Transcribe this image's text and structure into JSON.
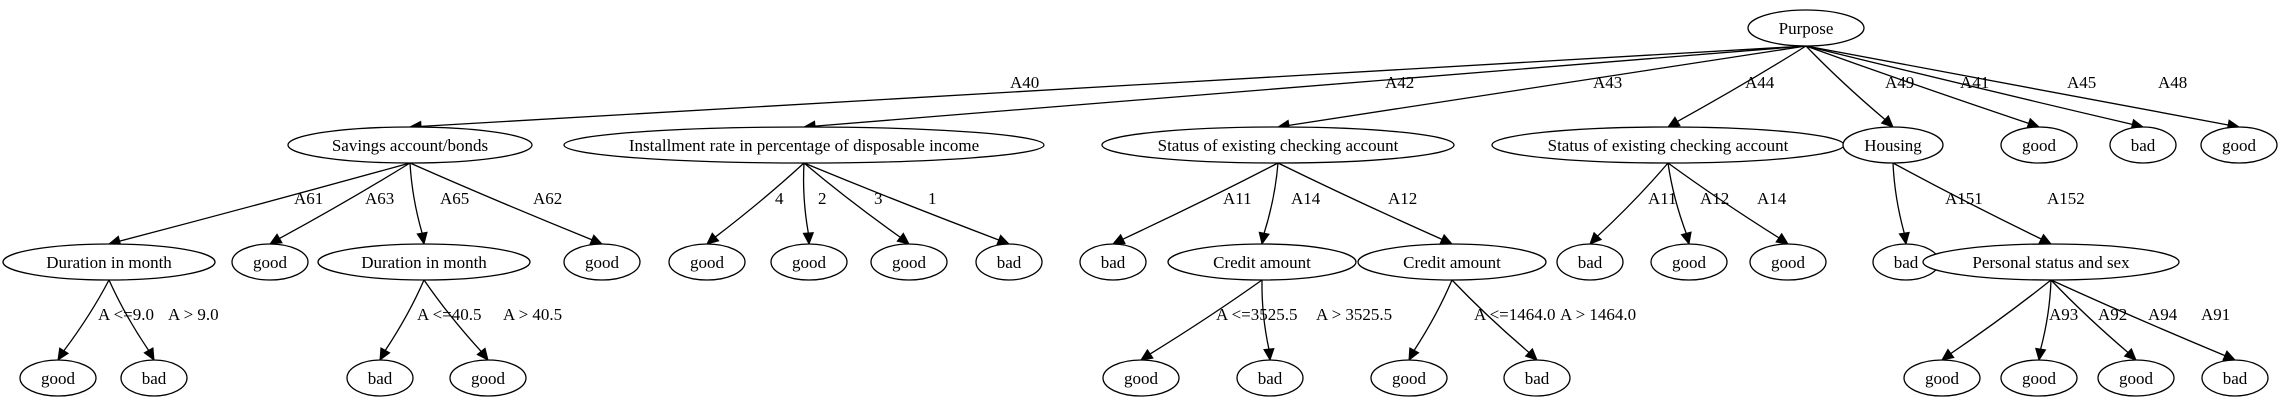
{
  "nodes": [
    {
      "id": "n0",
      "label": "Purpose"
    },
    {
      "id": "n1",
      "label": "Savings account/bonds"
    },
    {
      "id": "n2",
      "label": "Installment rate in percentage of disposable income"
    },
    {
      "id": "n3",
      "label": "Status of existing checking account"
    },
    {
      "id": "n4",
      "label": "Status of existing checking account"
    },
    {
      "id": "n5",
      "label": "Housing"
    },
    {
      "id": "n6",
      "label": "good"
    },
    {
      "id": "n7",
      "label": "bad"
    },
    {
      "id": "n8",
      "label": "good"
    },
    {
      "id": "n9",
      "label": "Duration in month"
    },
    {
      "id": "n10",
      "label": "good"
    },
    {
      "id": "n11",
      "label": "Duration in month"
    },
    {
      "id": "n12",
      "label": "good"
    },
    {
      "id": "n13",
      "label": "good"
    },
    {
      "id": "n14",
      "label": "good"
    },
    {
      "id": "n15",
      "label": "good"
    },
    {
      "id": "n16",
      "label": "bad"
    },
    {
      "id": "n17",
      "label": "bad"
    },
    {
      "id": "n18",
      "label": "Credit amount"
    },
    {
      "id": "n19",
      "label": "Credit amount"
    },
    {
      "id": "n20",
      "label": "bad"
    },
    {
      "id": "n21",
      "label": "good"
    },
    {
      "id": "n22",
      "label": "good"
    },
    {
      "id": "n23",
      "label": "bad"
    },
    {
      "id": "n24",
      "label": "Personal status and sex"
    },
    {
      "id": "n25",
      "label": "good"
    },
    {
      "id": "n26",
      "label": "bad"
    },
    {
      "id": "n27",
      "label": "bad"
    },
    {
      "id": "n28",
      "label": "good"
    },
    {
      "id": "n29",
      "label": "good"
    },
    {
      "id": "n30",
      "label": "bad"
    },
    {
      "id": "n31",
      "label": "good"
    },
    {
      "id": "n32",
      "label": "bad"
    },
    {
      "id": "n33",
      "label": "good"
    },
    {
      "id": "n34",
      "label": "good"
    },
    {
      "id": "n35",
      "label": "good"
    },
    {
      "id": "n36",
      "label": "bad"
    }
  ],
  "edges": [
    {
      "from": "n0",
      "to": "n1",
      "label": "A40"
    },
    {
      "from": "n0",
      "to": "n2",
      "label": "A42"
    },
    {
      "from": "n0",
      "to": "n3",
      "label": "A43"
    },
    {
      "from": "n0",
      "to": "n4",
      "label": "A44"
    },
    {
      "from": "n0",
      "to": "n5",
      "label": "A49"
    },
    {
      "from": "n0",
      "to": "n6",
      "label": "A41"
    },
    {
      "from": "n0",
      "to": "n7",
      "label": "A45"
    },
    {
      "from": "n0",
      "to": "n8",
      "label": "A48"
    },
    {
      "from": "n1",
      "to": "n9",
      "label": "A61"
    },
    {
      "from": "n1",
      "to": "n10",
      "label": "A63"
    },
    {
      "from": "n1",
      "to": "n11",
      "label": "A65"
    },
    {
      "from": "n1",
      "to": "n12",
      "label": "A62"
    },
    {
      "from": "n2",
      "to": "n13",
      "label": "4"
    },
    {
      "from": "n2",
      "to": "n14",
      "label": "2"
    },
    {
      "from": "n2",
      "to": "n15",
      "label": "3"
    },
    {
      "from": "n2",
      "to": "n16",
      "label": "1"
    },
    {
      "from": "n3",
      "to": "n17",
      "label": "A11"
    },
    {
      "from": "n3",
      "to": "n18",
      "label": "A14"
    },
    {
      "from": "n3",
      "to": "n19",
      "label": "A12"
    },
    {
      "from": "n4",
      "to": "n20",
      "label": "A11"
    },
    {
      "from": "n4",
      "to": "n21",
      "label": "A12"
    },
    {
      "from": "n4",
      "to": "n22",
      "label": "A14"
    },
    {
      "from": "n5",
      "to": "n23",
      "label": "A151"
    },
    {
      "from": "n5",
      "to": "n24",
      "label": "A152"
    },
    {
      "from": "n9",
      "to": "n25",
      "label": "A <=9.0"
    },
    {
      "from": "n9",
      "to": "n26",
      "label": "A > 9.0"
    },
    {
      "from": "n11",
      "to": "n27",
      "label": "A <=40.5"
    },
    {
      "from": "n11",
      "to": "n28",
      "label": "A > 40.5"
    },
    {
      "from": "n18",
      "to": "n29",
      "label": "A <=3525.5"
    },
    {
      "from": "n18",
      "to": "n30",
      "label": "A > 3525.5"
    },
    {
      "from": "n19",
      "to": "n31",
      "label": "A <=1464.0"
    },
    {
      "from": "n19",
      "to": "n32",
      "label": "A > 1464.0"
    },
    {
      "from": "n24",
      "to": "n33",
      "label": "A93"
    },
    {
      "from": "n24",
      "to": "n34",
      "label": "A92"
    },
    {
      "from": "n24",
      "to": "n35",
      "label": "A94"
    },
    {
      "from": "n24",
      "to": "n36",
      "label": "A91"
    }
  ]
}
